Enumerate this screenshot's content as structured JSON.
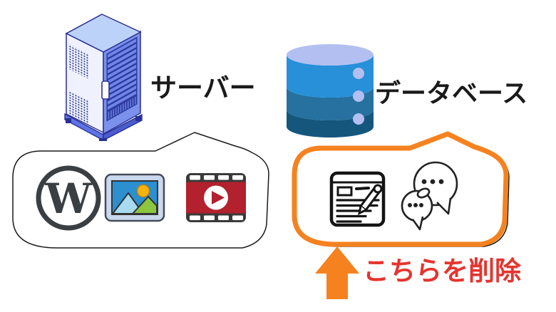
{
  "labels": {
    "server": "サーバー",
    "database": "データベース",
    "delete_note": "こちらを削除"
  },
  "server_section": {
    "icon": "server-rack-icon",
    "bubble_icons": [
      "wordpress-icon",
      "image-icon",
      "video-icon"
    ]
  },
  "database_section": {
    "icon": "database-cylinder-icon",
    "bubble_icons": [
      "blog-post-edit-icon",
      "comments-icon"
    ],
    "bubble_highlight": "orange-outline"
  },
  "annotation": {
    "arrow": "up-arrow-icon",
    "text": "こちらを削除"
  },
  "icons": {
    "wordpress_letter": "W"
  },
  "colors": {
    "highlight_orange": "#F6821F",
    "delete_red": "#E5342F",
    "ink": "#1A1A1A",
    "navy": "#2A2F95",
    "db_top": "#B3BFF1",
    "db_b1": "#2790D9",
    "db_b2": "#26719F",
    "db_b3": "#15567D",
    "wp_gray": "#3A3F44",
    "video_red": "#B2212D",
    "img_blue": "#2B8FD0",
    "img_green": "#8CC63F",
    "img_sun": "#F6B40B",
    "img_frame": "#C9D8EC",
    "img_mtn": "#A8DBF0",
    "srv_top": "#BCD2F8",
    "srv_left": "#EFF2FC",
    "srv_right": "#7B91EC",
    "srv_recess": "#2E3A9E",
    "srv_slat": "#6F85E8",
    "srv_base": "#5C74E4"
  }
}
